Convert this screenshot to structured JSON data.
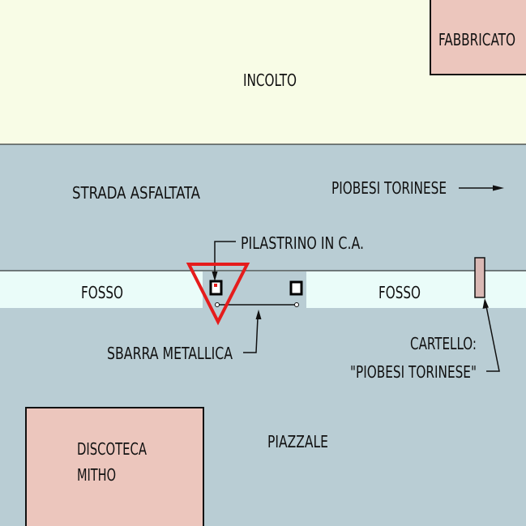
{
  "colors": {
    "incolto": "#f8fce6",
    "road": "#b9cdd4",
    "fosso": "#eafcf9",
    "building": "#ecc6bd",
    "warning": "#e51c1c",
    "line": "#111111",
    "sign": "#d9b8b4"
  },
  "labels": {
    "incolto": "INCOLTO",
    "fabbricato": "FABBRICATO",
    "strada": "STRADA ASFALTATA",
    "direction": "PIOBESI TORINESE",
    "pilastrino": "PILASTRINO IN C.A.",
    "fosso_left": "FOSSO",
    "fosso_right": "FOSSO",
    "sbarra": "SBARRA METALLICA",
    "cartello_1": "CARTELLO:",
    "cartello_2": "\"PIOBESI TORINESE\"",
    "discoteca_1": "DISCOTECA",
    "discoteca_2": "MITHO",
    "piazzale": "PIAZZALE"
  }
}
